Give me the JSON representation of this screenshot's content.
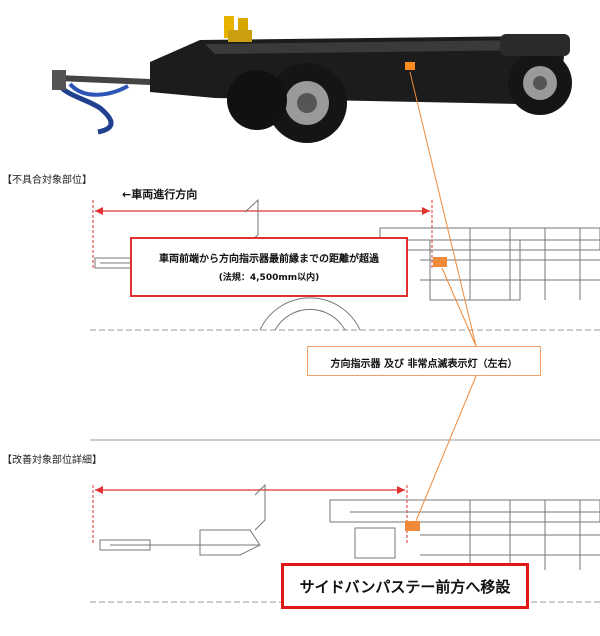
{
  "section1": {
    "label": "【不具合対象部位】"
  },
  "direction": {
    "text": "←車両進行方向"
  },
  "defect_box": {
    "line1": "車両前端から方向指示器最前縁までの距離が超過",
    "line2": "(法規：4,500mm以内)"
  },
  "lamp_label": {
    "text": "方向指示器 及び 非常点滅表示灯（左右）"
  },
  "section2": {
    "label": "【改善対象部位詳細】"
  },
  "fix_box": {
    "text": "サイドバンパステー前方へ移設"
  },
  "colors": {
    "red": "#e03030",
    "orange": "#f08a3a",
    "orange_border": "#f2a06a",
    "line": "#777777"
  }
}
